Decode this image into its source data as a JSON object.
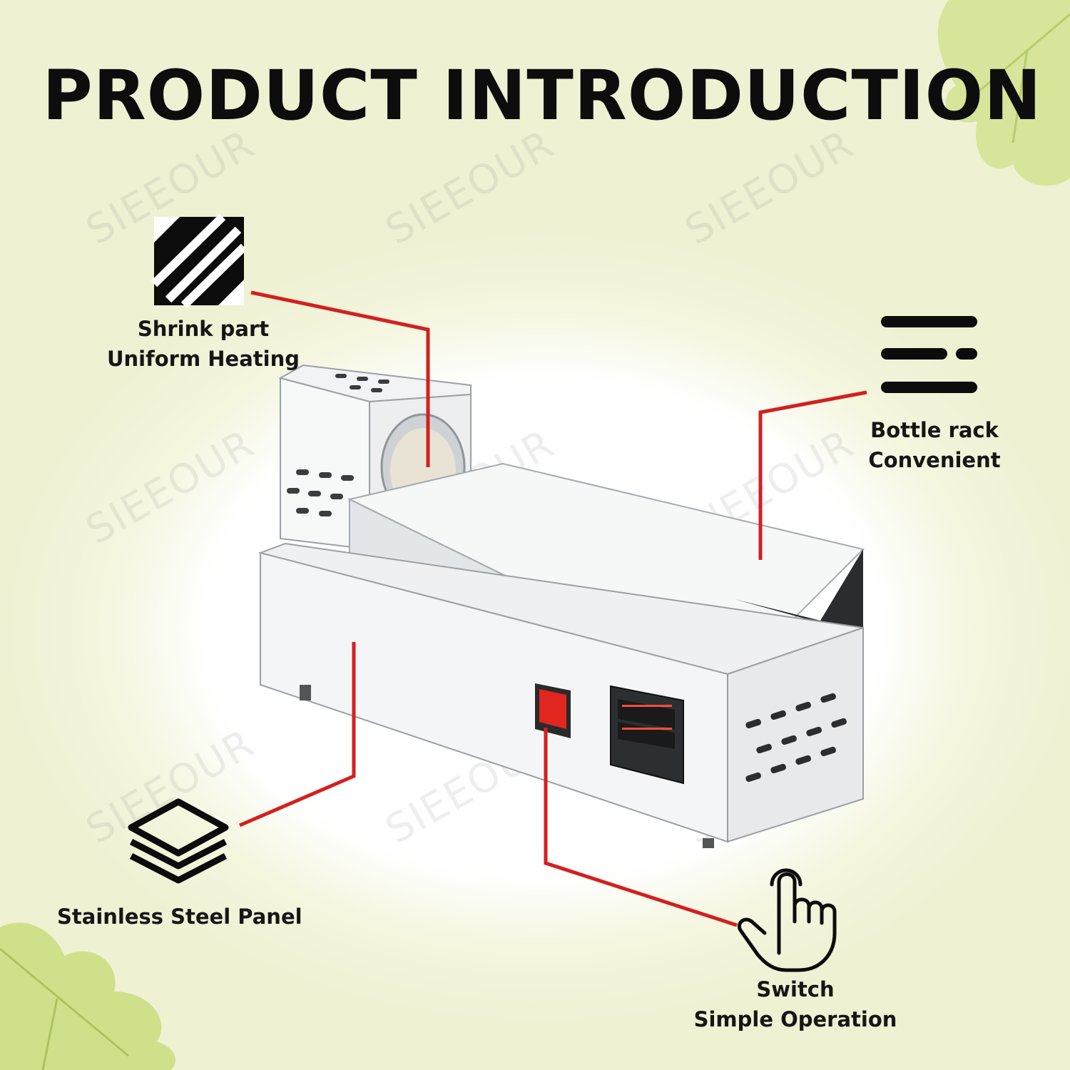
{
  "header": {
    "title": "PRODUCT INTRODUCTION"
  },
  "watermark": {
    "text": "SIEEOUR"
  },
  "features": {
    "shrink": {
      "line1": "Shrink part",
      "line2": "Uniform Heating",
      "icon": "diagonal-stripes-square-icon"
    },
    "rack": {
      "line1": "Bottle rack",
      "line2": "Convenient",
      "icon": "menu-lines-icon"
    },
    "panel": {
      "line1": "Stainless Steel Panel",
      "icon": "layers-icon"
    },
    "switch": {
      "line1": "Switch",
      "line2": "Simple Operation",
      "icon": "pointing-hand-icon"
    }
  },
  "colors": {
    "callout_line": "#d3201f",
    "accent_switch": "#e0261f",
    "steel": "#e4e6e8",
    "leaf": "#cfe08a"
  }
}
